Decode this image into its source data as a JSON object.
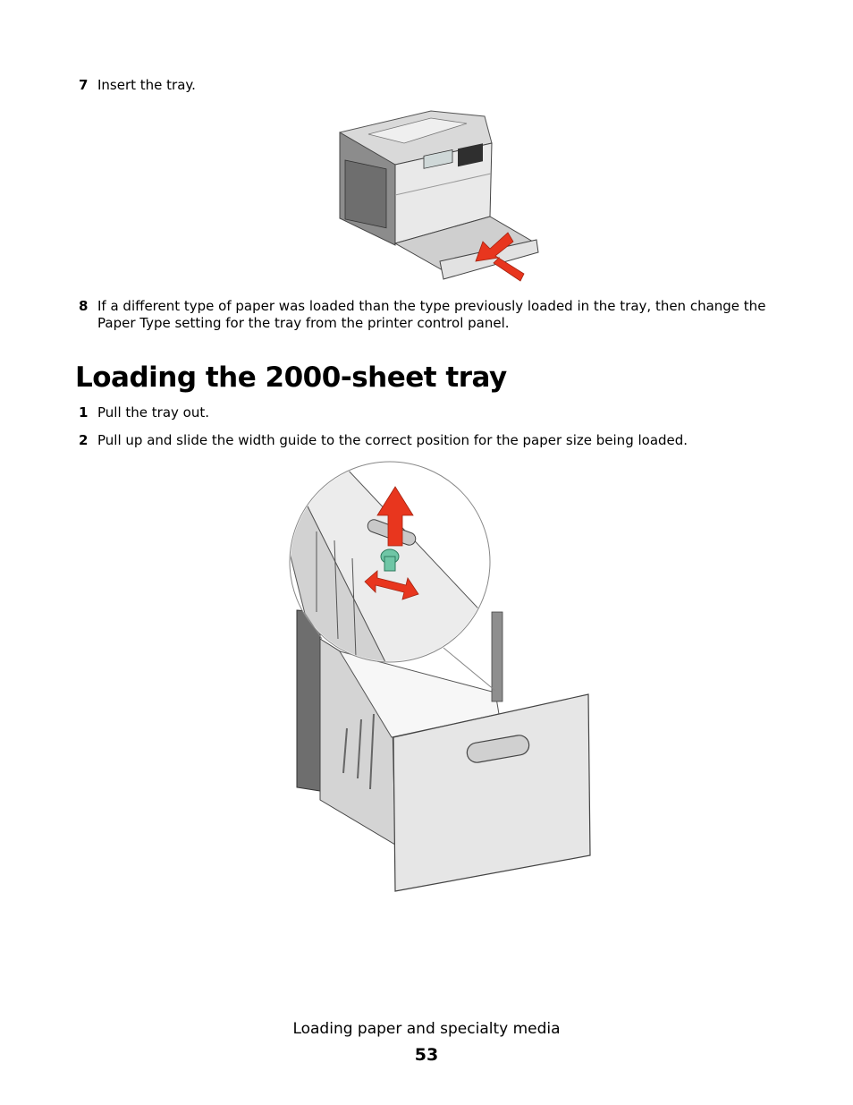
{
  "steps_top": [
    {
      "number": "7",
      "text": "Insert the tray."
    },
    {
      "number": "8",
      "text": "If a different type of paper was loaded than the type previously loaded in the tray, then change the Paper Type setting for the tray from the printer control panel."
    }
  ],
  "section": {
    "heading": "Loading the 2000-sheet tray",
    "steps": [
      {
        "number": "1",
        "text": "Pull the tray out."
      },
      {
        "number": "2",
        "text": "Pull up and slide the width guide to the correct position for the paper size being loaded."
      }
    ]
  },
  "colors": {
    "arrow": "#e8361e",
    "guide_knob": "#6fc6a6",
    "tray_body": "#e6e6e6",
    "outline": "#444444"
  },
  "footer": {
    "title": "Loading paper and specialty media",
    "page_number": "53"
  }
}
